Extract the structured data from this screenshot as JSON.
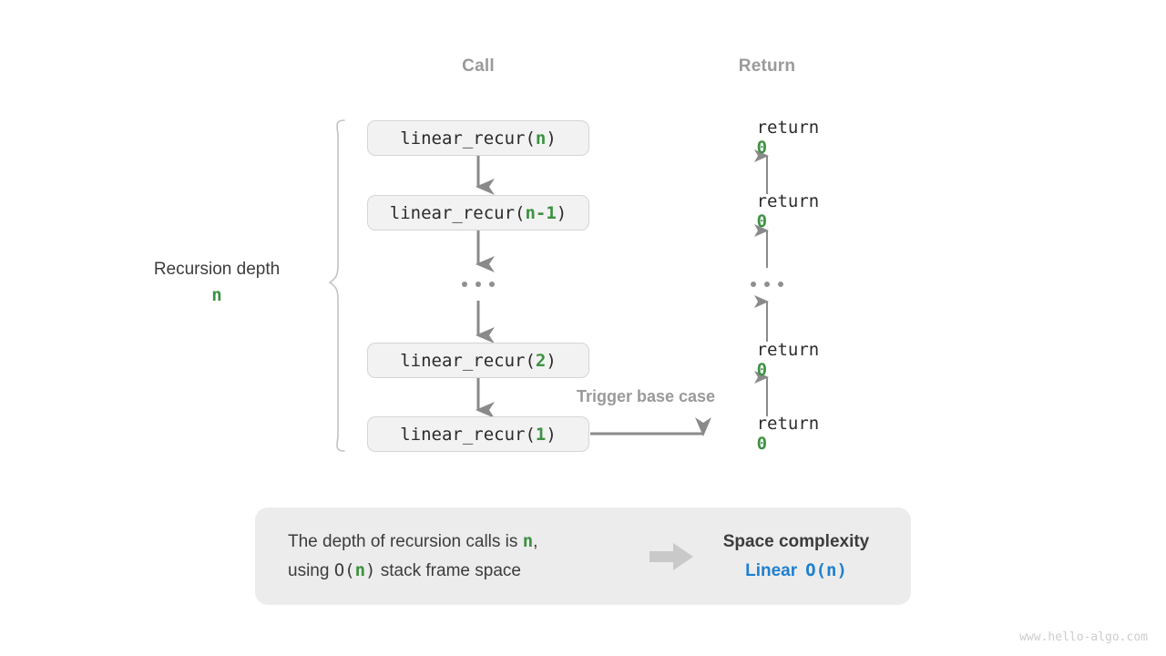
{
  "columns": {
    "call_header": "Call",
    "return_header": "Return"
  },
  "depth": {
    "label": "Recursion depth",
    "variable": "n"
  },
  "frames": [
    {
      "prefix": "linear_recur(",
      "arg": "n",
      "suffix": ")"
    },
    {
      "prefix": "linear_recur(",
      "arg": "n-1",
      "suffix": ")"
    },
    {
      "prefix": "linear_recur(",
      "arg": "2",
      "suffix": ")"
    },
    {
      "prefix": "linear_recur(",
      "arg": "1",
      "suffix": ")"
    }
  ],
  "returns": [
    {
      "keyword": "return",
      "value": "0"
    },
    {
      "keyword": "return",
      "value": "0"
    },
    {
      "keyword": "return",
      "value": "0"
    },
    {
      "keyword": "return",
      "value": "0"
    }
  ],
  "ellipsis": "...",
  "trigger_note": "Trigger base case",
  "summary": {
    "line1_a": "The depth of recursion calls is ",
    "line1_var": "n",
    "line1_b": ",",
    "line2_a": "using ",
    "line2_o": "O(",
    "line2_var": "n",
    "line2_close": ")",
    "line2_b": " stack frame space",
    "arrow_icon": "right-block-arrow-icon",
    "complexity_title": "Space complexity",
    "complexity_word": "Linear",
    "complexity_expr": "O(n)"
  },
  "watermark": "www.hello-algo.com",
  "colors": {
    "accent_green": "#3d9142",
    "accent_blue": "#1f7fd0",
    "arrow_gray": "#8a8a8a",
    "muted_gray": "#9a9a9a",
    "panel_gray": "#ececec",
    "box_fill": "#f2f2f2",
    "box_border": "#d5d5d5"
  }
}
